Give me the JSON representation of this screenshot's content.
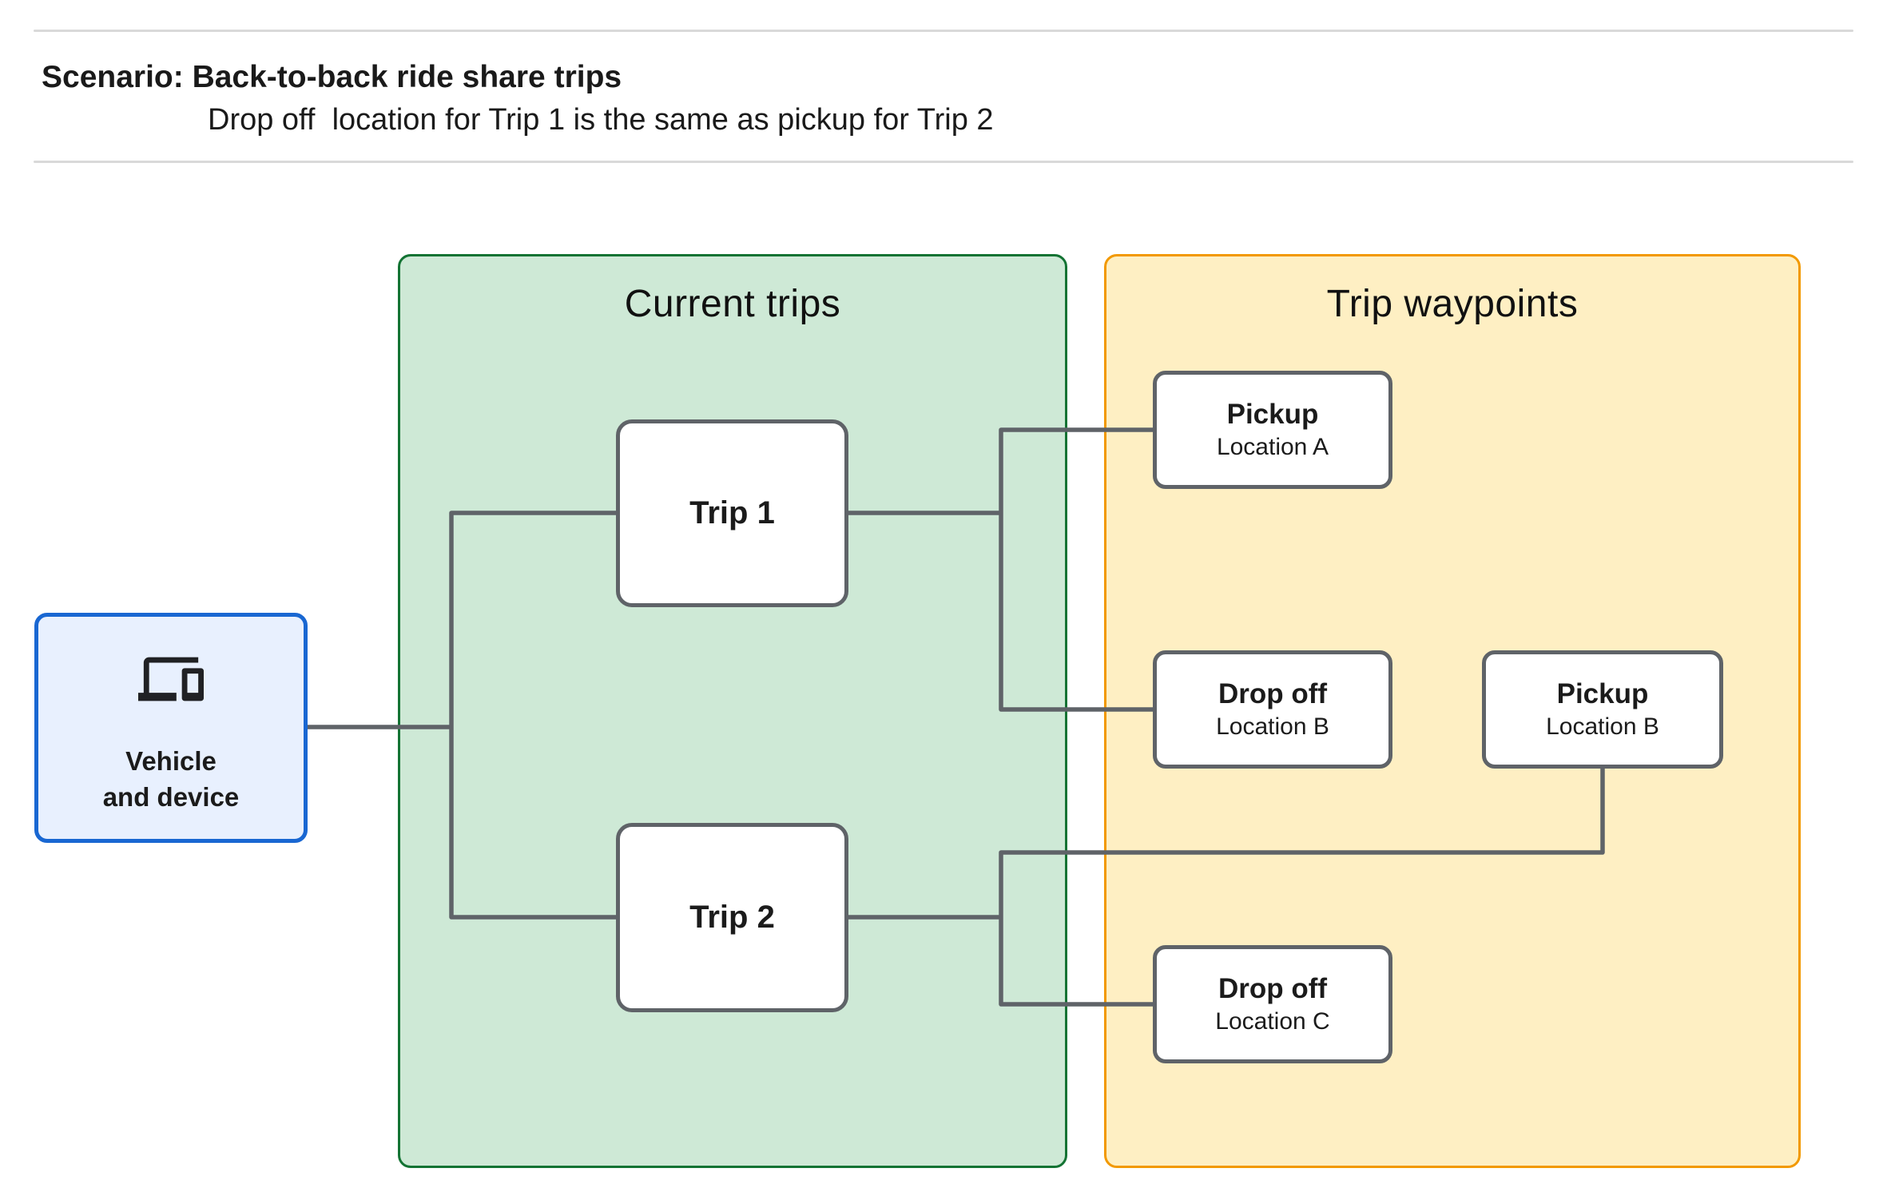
{
  "header": {
    "title": "Scenario: Back-to-back ride share trips",
    "subtitle": "Drop off  location for Trip 1 is the same as pickup for Trip 2"
  },
  "vehicle": {
    "icon": "devices-icon",
    "label_line1": "Vehicle",
    "label_line2": "and device"
  },
  "panels": {
    "current_trips": {
      "title": "Current trips"
    },
    "trip_waypoints": {
      "title": "Trip waypoints"
    }
  },
  "trips": [
    {
      "label": "Trip 1"
    },
    {
      "label": "Trip 2"
    }
  ],
  "waypoints": [
    {
      "type": "Pickup",
      "location": "Location A"
    },
    {
      "type": "Drop off",
      "location": "Location B"
    },
    {
      "type": "Pickup",
      "location": "Location B"
    },
    {
      "type": "Drop off",
      "location": "Location C"
    }
  ],
  "colors": {
    "vehicle_fill": "#E8F0FE",
    "vehicle_border": "#1967D2",
    "current_trips_fill": "#CEE9D6",
    "current_trips_border": "#137333",
    "trip_waypoints_fill": "#FEEFC3",
    "trip_waypoints_border": "#F29900",
    "node_border": "#5F6368",
    "connector": "#5F6368",
    "divider": "#D9D9D9",
    "text": "#202124"
  }
}
